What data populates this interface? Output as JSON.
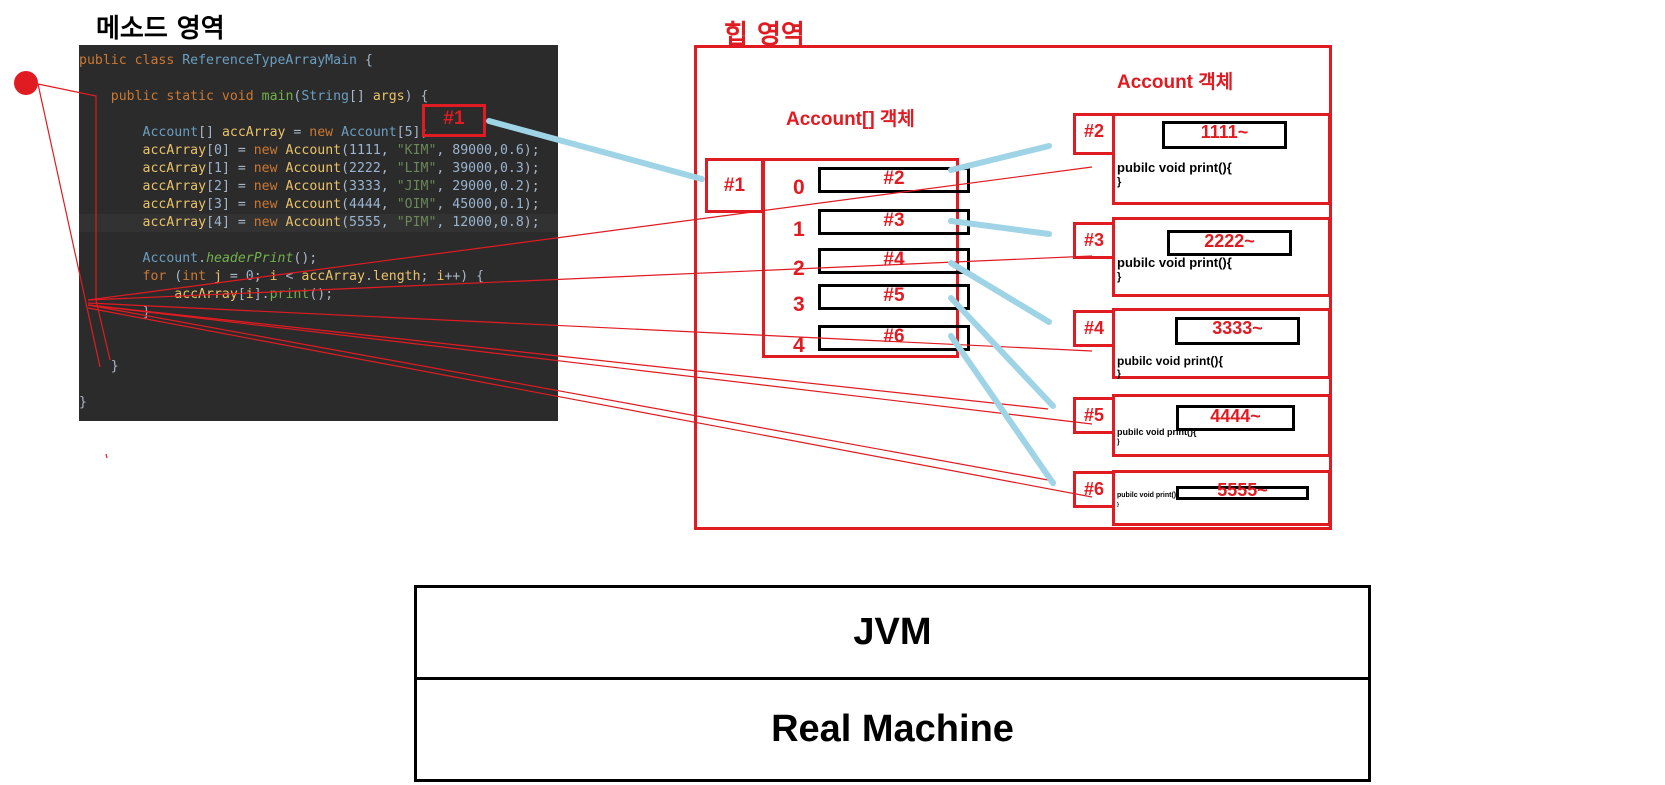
{
  "method_area": {
    "title": "메소드 영역"
  },
  "heap_area": {
    "title": "힙 영역"
  },
  "code_lines": [
    [
      {
        "t": "kw",
        "v": "public class "
      },
      {
        "t": "ty",
        "v": "ReferenceTypeArrayMain "
      },
      {
        "t": "pl",
        "v": "{"
      }
    ],
    [],
    [
      {
        "t": "pl",
        "v": "    "
      },
      {
        "t": "kw",
        "v": "public static void "
      },
      {
        "t": "fn",
        "v": "main"
      },
      {
        "t": "pl",
        "v": "("
      },
      {
        "t": "ty",
        "v": "String"
      },
      {
        "t": "pl",
        "v": "[] "
      },
      {
        "t": "vr",
        "v": "args"
      },
      {
        "t": "pl",
        "v": ") {"
      }
    ],
    [],
    [
      {
        "t": "pl",
        "v": "        "
      },
      {
        "t": "ty",
        "v": "Account"
      },
      {
        "t": "pl",
        "v": "[] "
      },
      {
        "t": "vr",
        "v": "accArray"
      },
      {
        "t": "pl",
        "v": " = "
      },
      {
        "t": "kw",
        "v": "new "
      },
      {
        "t": "ty",
        "v": "Account"
      },
      {
        "t": "pl",
        "v": "["
      },
      {
        "t": "nm",
        "v": "5"
      },
      {
        "t": "pl",
        "v": "];"
      }
    ],
    [
      {
        "t": "pl",
        "v": "        "
      },
      {
        "t": "vr",
        "v": "accArray"
      },
      {
        "t": "pl",
        "v": "["
      },
      {
        "t": "nm",
        "v": "0"
      },
      {
        "t": "pl",
        "v": "] = "
      },
      {
        "t": "kw",
        "v": "new "
      },
      {
        "t": "vr",
        "v": "Account"
      },
      {
        "t": "pl",
        "v": "("
      },
      {
        "t": "nm",
        "v": "1111"
      },
      {
        "t": "pl",
        "v": ", "
      },
      {
        "t": "st",
        "v": "\"KIM\""
      },
      {
        "t": "pl",
        "v": ", "
      },
      {
        "t": "nm",
        "v": "89000"
      },
      {
        "t": "pl",
        "v": ","
      },
      {
        "t": "nm",
        "v": "0.6"
      },
      {
        "t": "pl",
        "v": ");"
      }
    ],
    [
      {
        "t": "pl",
        "v": "        "
      },
      {
        "t": "vr",
        "v": "accArray"
      },
      {
        "t": "pl",
        "v": "["
      },
      {
        "t": "nm",
        "v": "1"
      },
      {
        "t": "pl",
        "v": "] = "
      },
      {
        "t": "kw",
        "v": "new "
      },
      {
        "t": "vr",
        "v": "Account"
      },
      {
        "t": "pl",
        "v": "("
      },
      {
        "t": "nm",
        "v": "2222"
      },
      {
        "t": "pl",
        "v": ", "
      },
      {
        "t": "st",
        "v": "\"LIM\""
      },
      {
        "t": "pl",
        "v": ", "
      },
      {
        "t": "nm",
        "v": "39000"
      },
      {
        "t": "pl",
        "v": ","
      },
      {
        "t": "nm",
        "v": "0.3"
      },
      {
        "t": "pl",
        "v": ");"
      }
    ],
    [
      {
        "t": "pl",
        "v": "        "
      },
      {
        "t": "vr",
        "v": "accArray"
      },
      {
        "t": "pl",
        "v": "["
      },
      {
        "t": "nm",
        "v": "2"
      },
      {
        "t": "pl",
        "v": "] = "
      },
      {
        "t": "kw",
        "v": "new "
      },
      {
        "t": "vr",
        "v": "Account"
      },
      {
        "t": "pl",
        "v": "("
      },
      {
        "t": "nm",
        "v": "3333"
      },
      {
        "t": "pl",
        "v": ", "
      },
      {
        "t": "st",
        "v": "\"JIM\""
      },
      {
        "t": "pl",
        "v": ", "
      },
      {
        "t": "nm",
        "v": "29000"
      },
      {
        "t": "pl",
        "v": ","
      },
      {
        "t": "nm",
        "v": "0.2"
      },
      {
        "t": "pl",
        "v": ");"
      }
    ],
    [
      {
        "t": "pl",
        "v": "        "
      },
      {
        "t": "vr",
        "v": "accArray"
      },
      {
        "t": "pl",
        "v": "["
      },
      {
        "t": "nm",
        "v": "3"
      },
      {
        "t": "pl",
        "v": "] = "
      },
      {
        "t": "kw",
        "v": "new "
      },
      {
        "t": "vr",
        "v": "Account"
      },
      {
        "t": "pl",
        "v": "("
      },
      {
        "t": "nm",
        "v": "4444"
      },
      {
        "t": "pl",
        "v": ", "
      },
      {
        "t": "st",
        "v": "\"OIM\""
      },
      {
        "t": "pl",
        "v": ", "
      },
      {
        "t": "nm",
        "v": "45000"
      },
      {
        "t": "pl",
        "v": ","
      },
      {
        "t": "nm",
        "v": "0.1"
      },
      {
        "t": "pl",
        "v": ");"
      }
    ],
    [
      {
        "t": "pl",
        "v": "        "
      },
      {
        "t": "vr",
        "v": "accArray"
      },
      {
        "t": "pl",
        "v": "["
      },
      {
        "t": "nm",
        "v": "4"
      },
      {
        "t": "pl",
        "v": "] = "
      },
      {
        "t": "kw",
        "v": "new "
      },
      {
        "t": "vr",
        "v": "Account"
      },
      {
        "t": "pl",
        "v": "("
      },
      {
        "t": "nm",
        "v": "5555"
      },
      {
        "t": "pl",
        "v": ", "
      },
      {
        "t": "st",
        "v": "\"PIM\""
      },
      {
        "t": "pl",
        "v": ", "
      },
      {
        "t": "nm",
        "v": "12000"
      },
      {
        "t": "pl",
        "v": ","
      },
      {
        "t": "nm",
        "v": "0.8"
      },
      {
        "t": "pl",
        "v": ");"
      }
    ],
    [],
    [
      {
        "t": "pl",
        "v": "        "
      },
      {
        "t": "ty",
        "v": "Account"
      },
      {
        "t": "pl",
        "v": "."
      },
      {
        "t": "it",
        "v": "headerPrint"
      },
      {
        "t": "pl",
        "v": "();"
      }
    ],
    [
      {
        "t": "pl",
        "v": "        "
      },
      {
        "t": "kw",
        "v": "for "
      },
      {
        "t": "pl",
        "v": "("
      },
      {
        "t": "kw",
        "v": "int "
      },
      {
        "t": "vr",
        "v": "j"
      },
      {
        "t": "pl",
        "v": " = "
      },
      {
        "t": "nm",
        "v": "0"
      },
      {
        "t": "pl",
        "v": "; "
      },
      {
        "t": "vr",
        "v": "i"
      },
      {
        "t": "pl",
        "v": " < "
      },
      {
        "t": "vr",
        "v": "accArray"
      },
      {
        "t": "pl",
        "v": "."
      },
      {
        "t": "vr",
        "v": "length"
      },
      {
        "t": "pl",
        "v": "; "
      },
      {
        "t": "vr",
        "v": "i"
      },
      {
        "t": "pl",
        "v": "++) {"
      }
    ],
    [
      {
        "t": "pl",
        "v": "            "
      },
      {
        "t": "vr",
        "v": "accArray"
      },
      {
        "t": "pl",
        "v": "["
      },
      {
        "t": "vr",
        "v": "i"
      },
      {
        "t": "pl",
        "v": "]."
      },
      {
        "t": "fn",
        "v": "print"
      },
      {
        "t": "pl",
        "v": "();"
      }
    ],
    [
      {
        "t": "pl",
        "v": "        }"
      }
    ],
    [],
    [],
    [
      {
        "t": "pl",
        "v": "    }"
      }
    ],
    [],
    [
      {
        "t": "pl",
        "v": "}"
      }
    ]
  ],
  "code_ref_tag": "#1",
  "array_object": {
    "title": "Account[] 객체",
    "ref": "#1",
    "slots": [
      {
        "index": "0",
        "ref": "#2"
      },
      {
        "index": "1",
        "ref": "#3"
      },
      {
        "index": "2",
        "ref": "#4"
      },
      {
        "index": "3",
        "ref": "#5"
      },
      {
        "index": "4",
        "ref": "#6"
      }
    ]
  },
  "account_objects": {
    "title": "Account 객체",
    "items": [
      {
        "ref": "#2",
        "value": "1111~",
        "method": "pubilc void print(){",
        "close": "}"
      },
      {
        "ref": "#3",
        "value": "2222~",
        "method": "pubilc void print(){",
        "close": "}"
      },
      {
        "ref": "#4",
        "value": "3333~",
        "method": "pubilc void print(){",
        "close": "}"
      },
      {
        "ref": "#5",
        "value": "4444~",
        "method": "pubilc void print(){",
        "close": "}"
      },
      {
        "ref": "#6",
        "value": "5555~",
        "method": "pubilc void print(){",
        "close": "}"
      }
    ]
  },
  "layers": {
    "jvm": "JVM",
    "machine": "Real Machine"
  },
  "colors": {
    "accent_red": "#e11b22",
    "link_blue": "#9fd3e6",
    "code_bg": "#2b2b2b"
  }
}
